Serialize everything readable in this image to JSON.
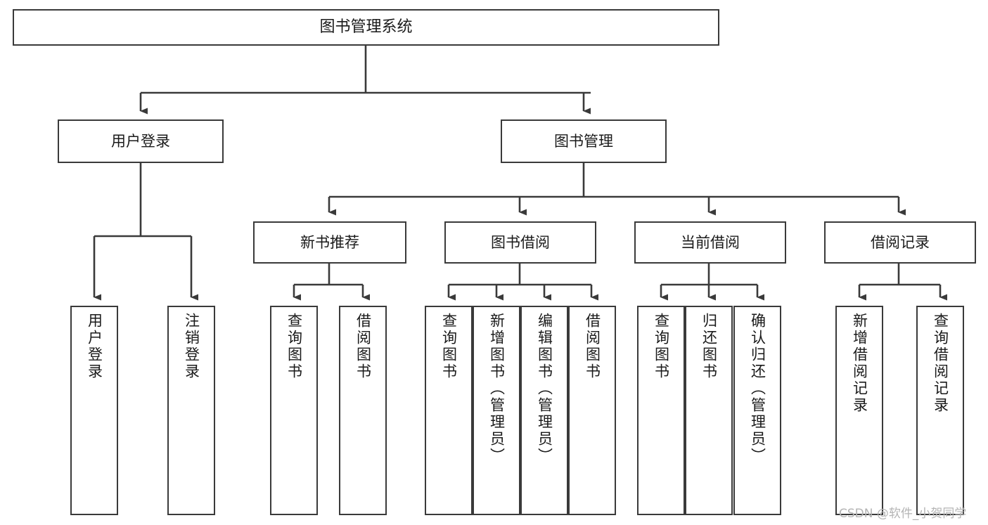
{
  "diagram": {
    "title": "图书管理系统",
    "type": "tree-hierarchy-chart",
    "orientation": "top-down",
    "edge_color": "#3a3a3a",
    "box_border_color": "#3a3a3a",
    "box_fill_color": "#ffffff",
    "background_color": "#ffffff",
    "nodes": {
      "root": {
        "label": "图书管理系统"
      },
      "level2": [
        {
          "label": "用户登录"
        },
        {
          "label": "图书管理"
        }
      ],
      "level3": [
        {
          "label": "新书推荐"
        },
        {
          "label": "图书借阅"
        },
        {
          "label": "当前借阅"
        },
        {
          "label": "借阅记录"
        }
      ],
      "leaves": {
        "user_login": [
          {
            "label": "用户登录"
          },
          {
            "label": "注销登录"
          }
        ],
        "new_book_recommend": [
          {
            "label": "查询图书"
          },
          {
            "label": "借阅图书"
          }
        ],
        "book_borrow": [
          {
            "label": "查询图书"
          },
          {
            "label": "新增图书（管理员）"
          },
          {
            "label": "编辑图书（管理员）"
          },
          {
            "label": "借阅图书"
          }
        ],
        "current_borrow": [
          {
            "label": "查询图书"
          },
          {
            "label": "归还图书"
          },
          {
            "label": "确认归还（管理员）"
          }
        ],
        "borrow_record": [
          {
            "label": "新增借阅记录"
          },
          {
            "label": "查询借阅记录"
          }
        ]
      }
    }
  },
  "watermark": {
    "text": "CSDN @软件_小贺同学"
  }
}
